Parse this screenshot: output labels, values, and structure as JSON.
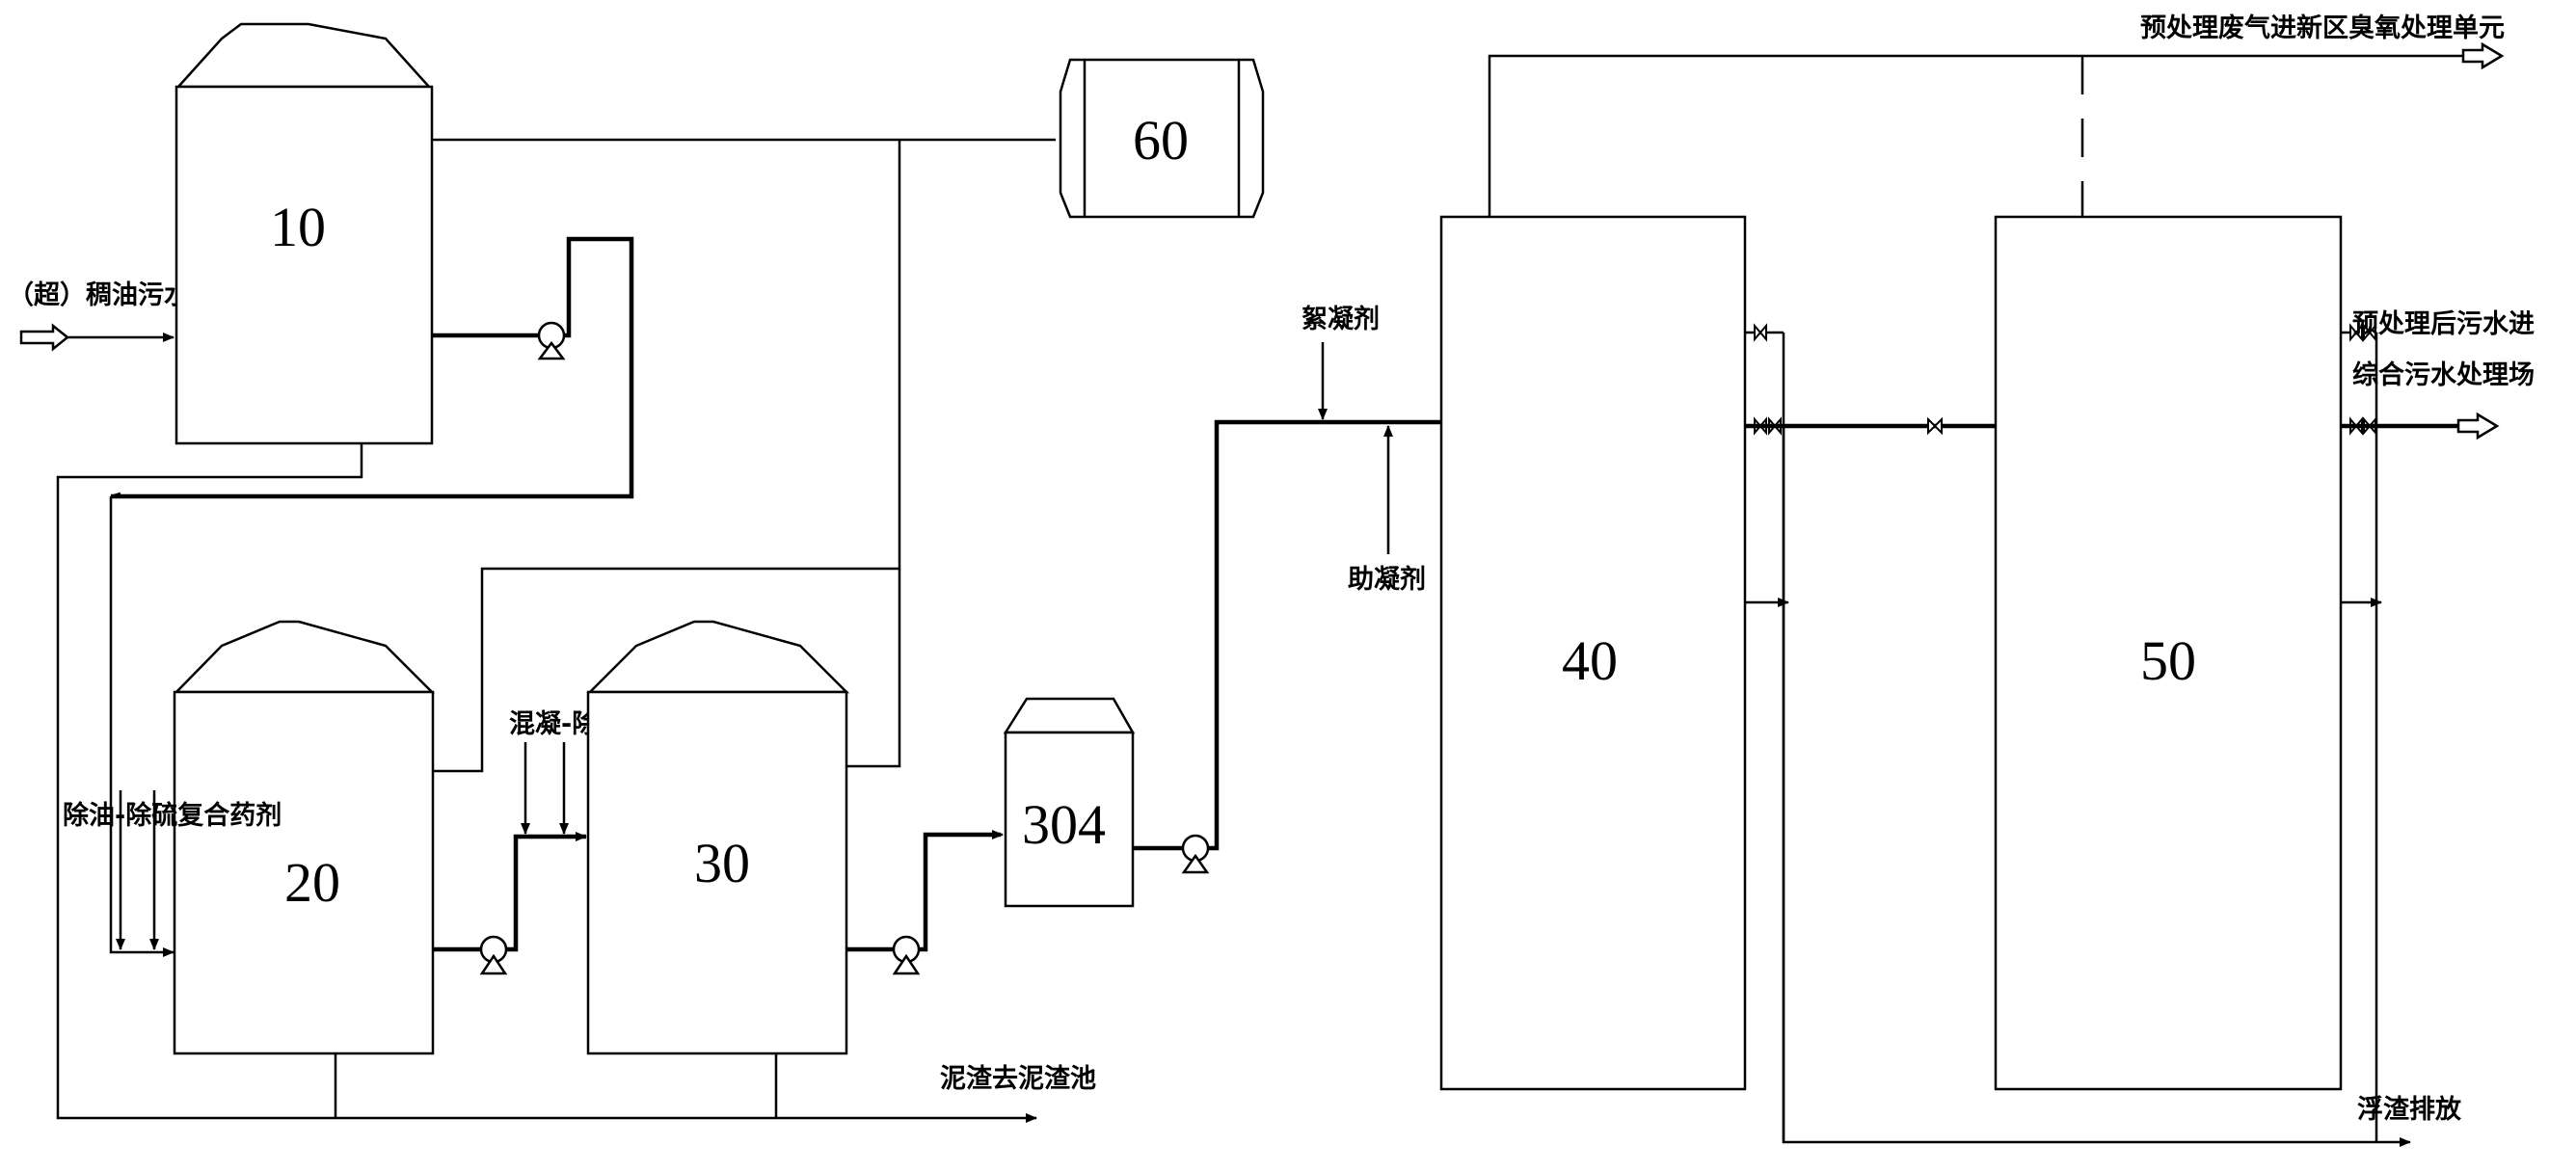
{
  "diagram": {
    "units": {
      "u10": "10",
      "u20": "20",
      "u30": "30",
      "u304": "304",
      "u40": "40",
      "u50": "50",
      "u60": "60"
    },
    "labels": {
      "inlet": "（超）稠油污水",
      "reagent_20": "除油-除硫复合药剂",
      "reagent_30": "混凝-除硫复合药剂",
      "flocculant": "絮凝剂",
      "coagulant_aid": "助凝剂",
      "exhaust_gas": "预处理废气进新区臭氧处理单元",
      "outlet_line1": "预处理后污水进",
      "outlet_line2": "综合污水处理场",
      "sludge": "泥渣去泥渣池",
      "scum": "浮渣排放"
    }
  }
}
